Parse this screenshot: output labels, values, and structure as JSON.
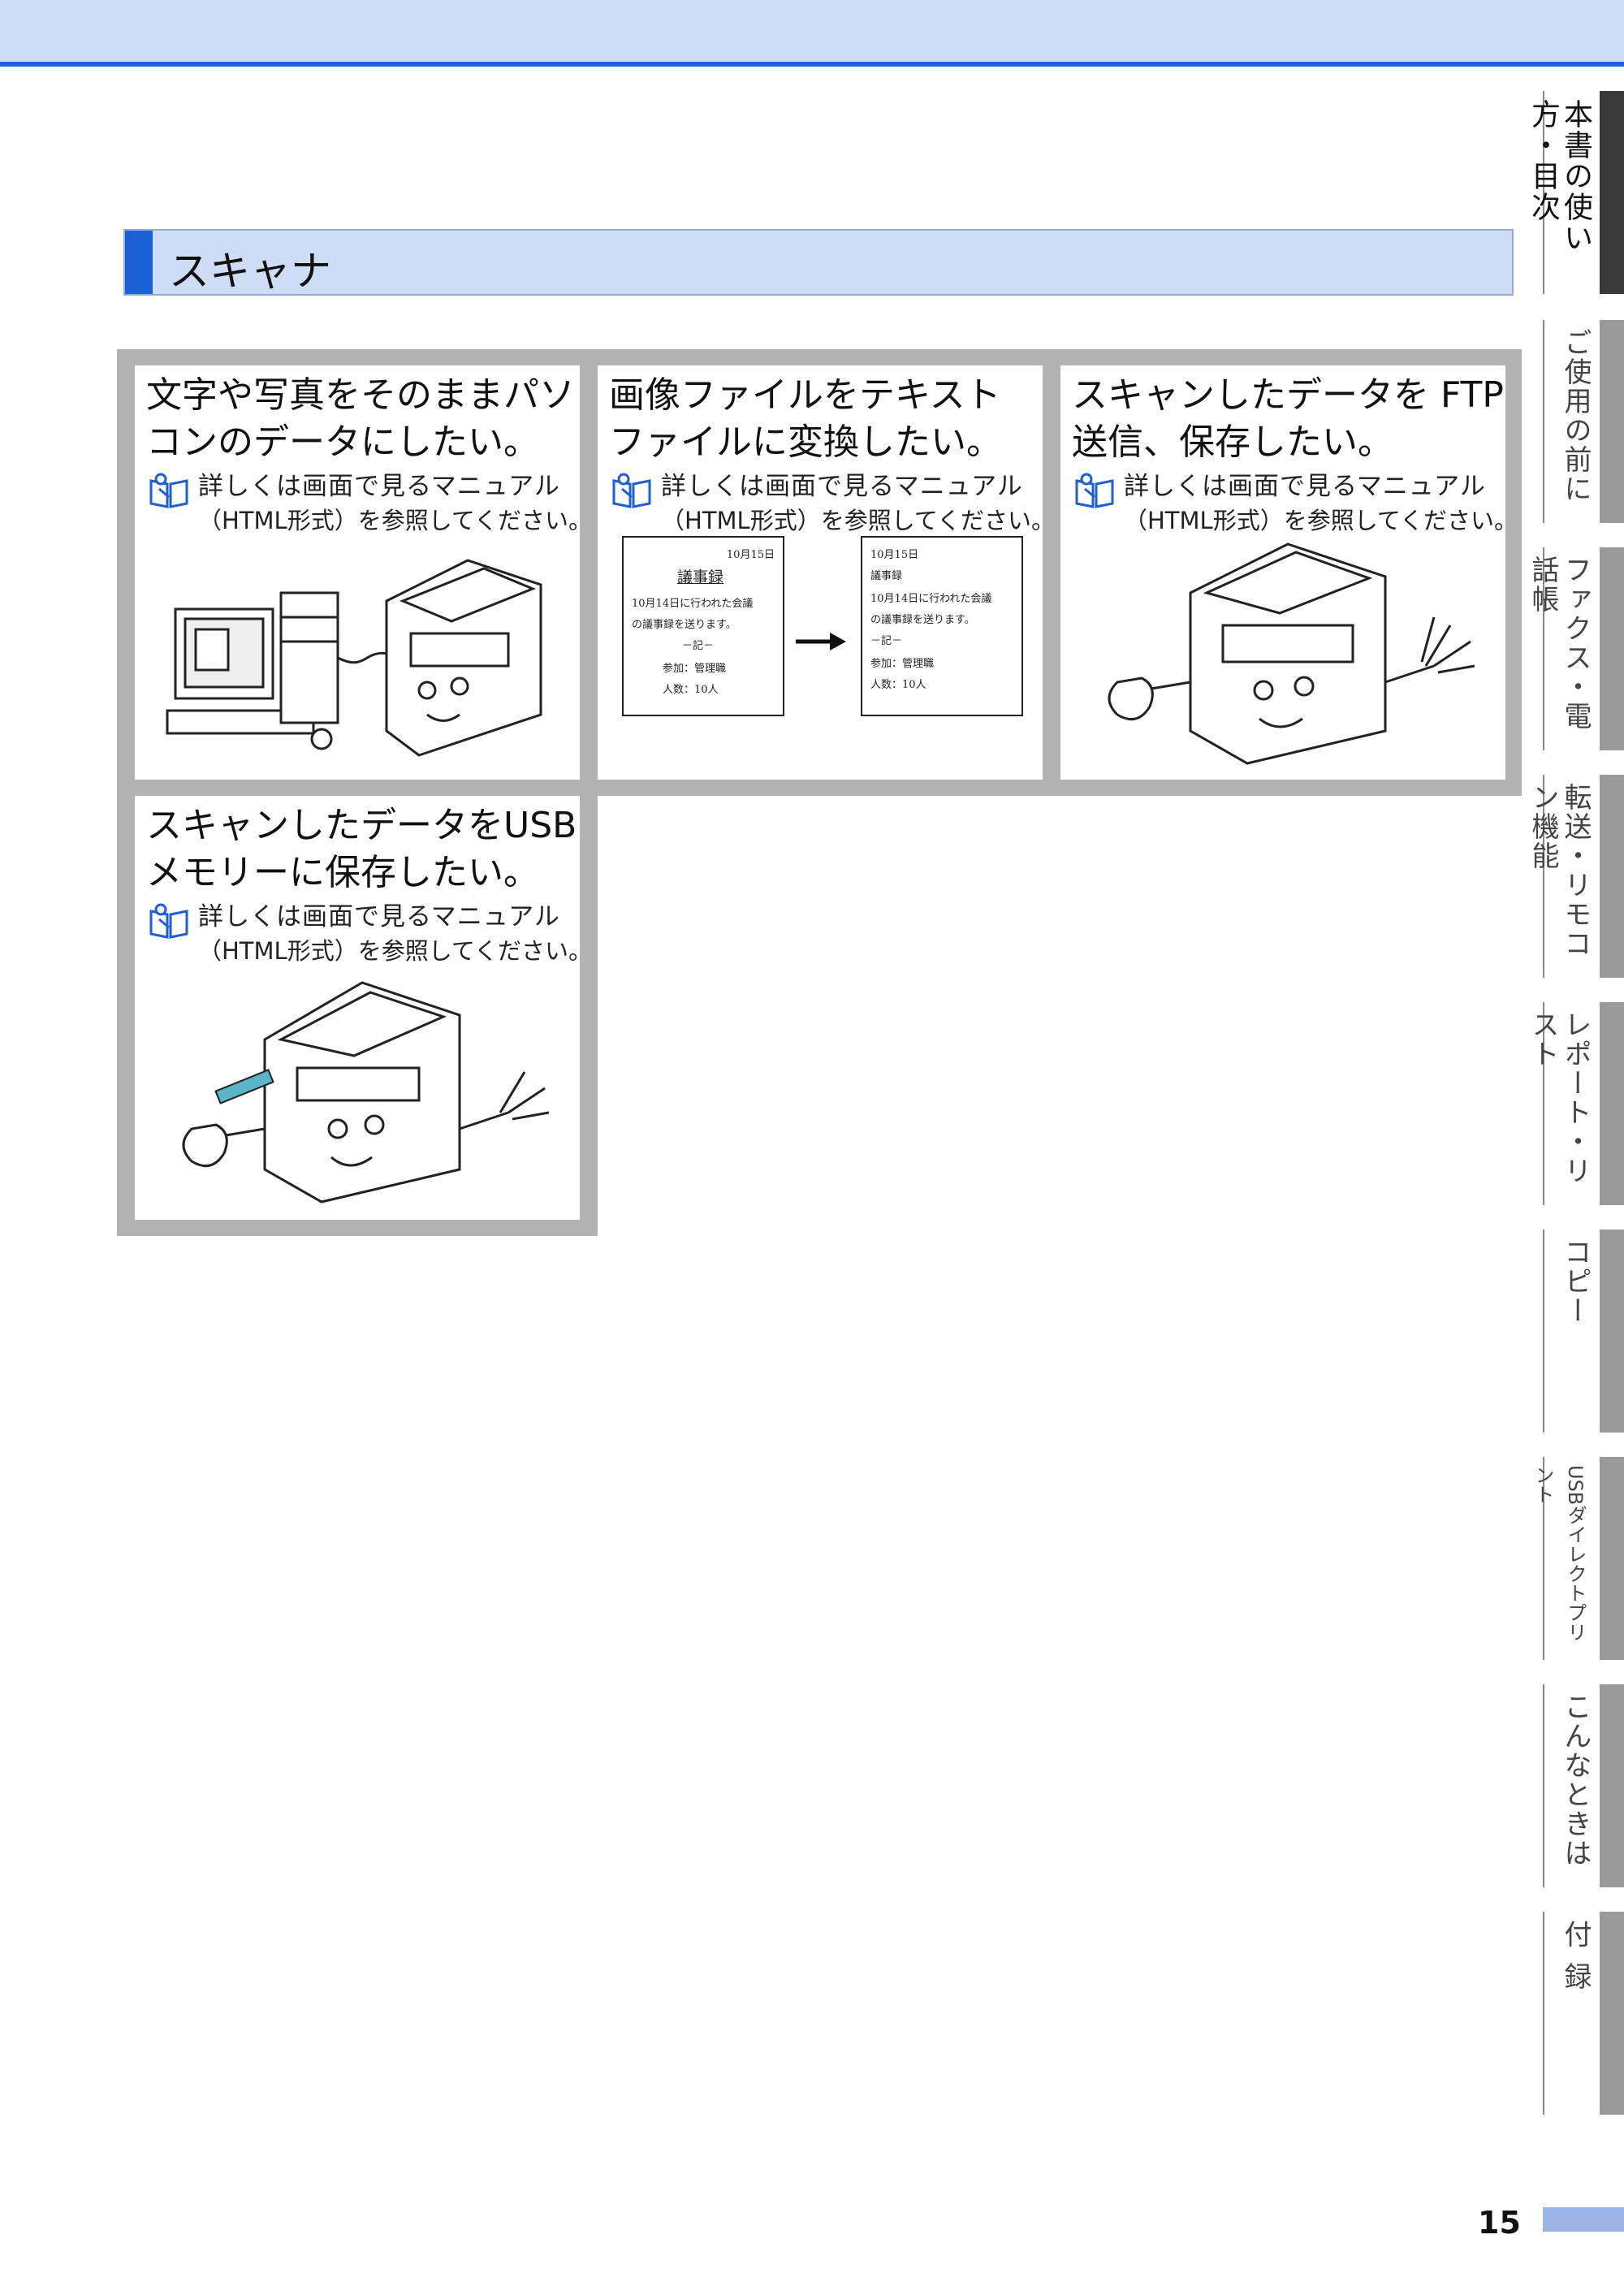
{
  "section": {
    "title": "スキャナ"
  },
  "panels": [
    {
      "heading": [
        "文字や写真をそのままパソ",
        "コンのデータにしたい。"
      ],
      "ref_line1": "詳しくは画面で見るマニュアル",
      "ref_line2": "（HTML形式）を参照してください。"
    },
    {
      "heading": [
        "画像ファイルをテキスト",
        "ファイルに変換したい。"
      ],
      "ref_line1": "詳しくは画面で見るマニュアル",
      "ref_line2": "（HTML形式）を参照してください。"
    },
    {
      "heading": [
        "スキャンしたデータを FTP",
        "送信、保存したい。"
      ],
      "ref_line1": "詳しくは画面で見るマニュアル",
      "ref_line2": "（HTML形式）を参照してください。"
    },
    {
      "heading": [
        "スキャンしたデータをUSB",
        "メモリーに保存したい。"
      ],
      "ref_line1": "詳しくは画面で見るマニュアル",
      "ref_line2": "（HTML形式）を参照してください。"
    }
  ],
  "ocr_example": {
    "before": {
      "date": "10月15日",
      "title": "議事録",
      "lines": [
        "10月14日に行われた会議",
        "の議事録を送ります。",
        "－記－",
        "参加：管理職",
        "人数：10人"
      ]
    },
    "after": {
      "date": "10月15日",
      "title": "議事録",
      "lines": [
        "10月14日に行われた会議",
        "の議事録を送ります。",
        "－記－",
        "参加：管理職",
        "人数：10人"
      ]
    }
  },
  "side_tabs": [
    {
      "label": "本書の使い方・目次",
      "active": true
    },
    {
      "label": "ご使用の前に"
    },
    {
      "label": "ファクス・電話帳"
    },
    {
      "label": "転送・リモコン機能"
    },
    {
      "label": "レポート・リスト"
    },
    {
      "label": "コピー"
    },
    {
      "label": "USBダイレクトプリント"
    },
    {
      "label": "こんなときは"
    },
    {
      "label": "付録"
    }
  ],
  "page_number": "15",
  "colors": {
    "accent_blue": "#1f5fd6",
    "header_bg": "#cfdcf5",
    "frame_gray": "#b3b3b3"
  }
}
